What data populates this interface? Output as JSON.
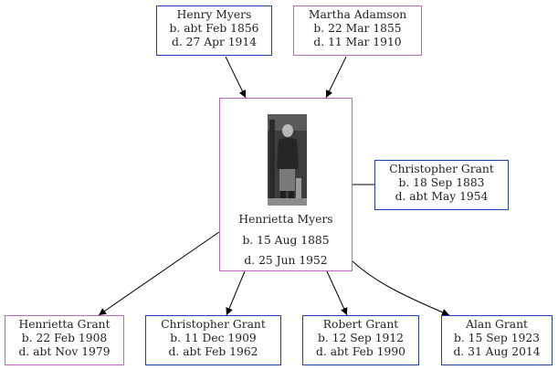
{
  "colors": {
    "male_border": "#1f3fb6",
    "female_border": "#c266c2",
    "edge": "#000000"
  },
  "parents": [
    {
      "name": "Henry Myers",
      "birth": "b. abt Feb 1856",
      "death": "d. 27 Apr 1914",
      "sex": "male"
    },
    {
      "name": "Martha Adamson",
      "birth": "b. 22 Mar 1855",
      "death": "d. 11 Mar 1910",
      "sex": "female"
    }
  ],
  "focus": {
    "name": "Henrietta Myers",
    "birth": "b. 15 Aug 1885",
    "death": "d. 25 Jun 1952",
    "sex": "female",
    "photo_icon": "person-photo"
  },
  "spouse": {
    "name": "Christopher Grant",
    "birth": "b. 18 Sep 1883",
    "death": "d. abt May 1954",
    "sex": "male"
  },
  "children": [
    {
      "name": "Henrietta Grant",
      "birth": "b. 22 Feb 1908",
      "death": "d. abt Nov 1979",
      "sex": "female"
    },
    {
      "name": "Christopher Grant",
      "birth": "b. 11 Dec 1909",
      "death": "d. abt Feb 1962",
      "sex": "male"
    },
    {
      "name": "Robert Grant",
      "birth": "b. 12 Sep 1912",
      "death": "d. abt Feb 1990",
      "sex": "male"
    },
    {
      "name": "Alan Grant",
      "birth": "b. 15 Sep 1923",
      "death": "d. 31 Aug 2014",
      "sex": "male"
    }
  ]
}
